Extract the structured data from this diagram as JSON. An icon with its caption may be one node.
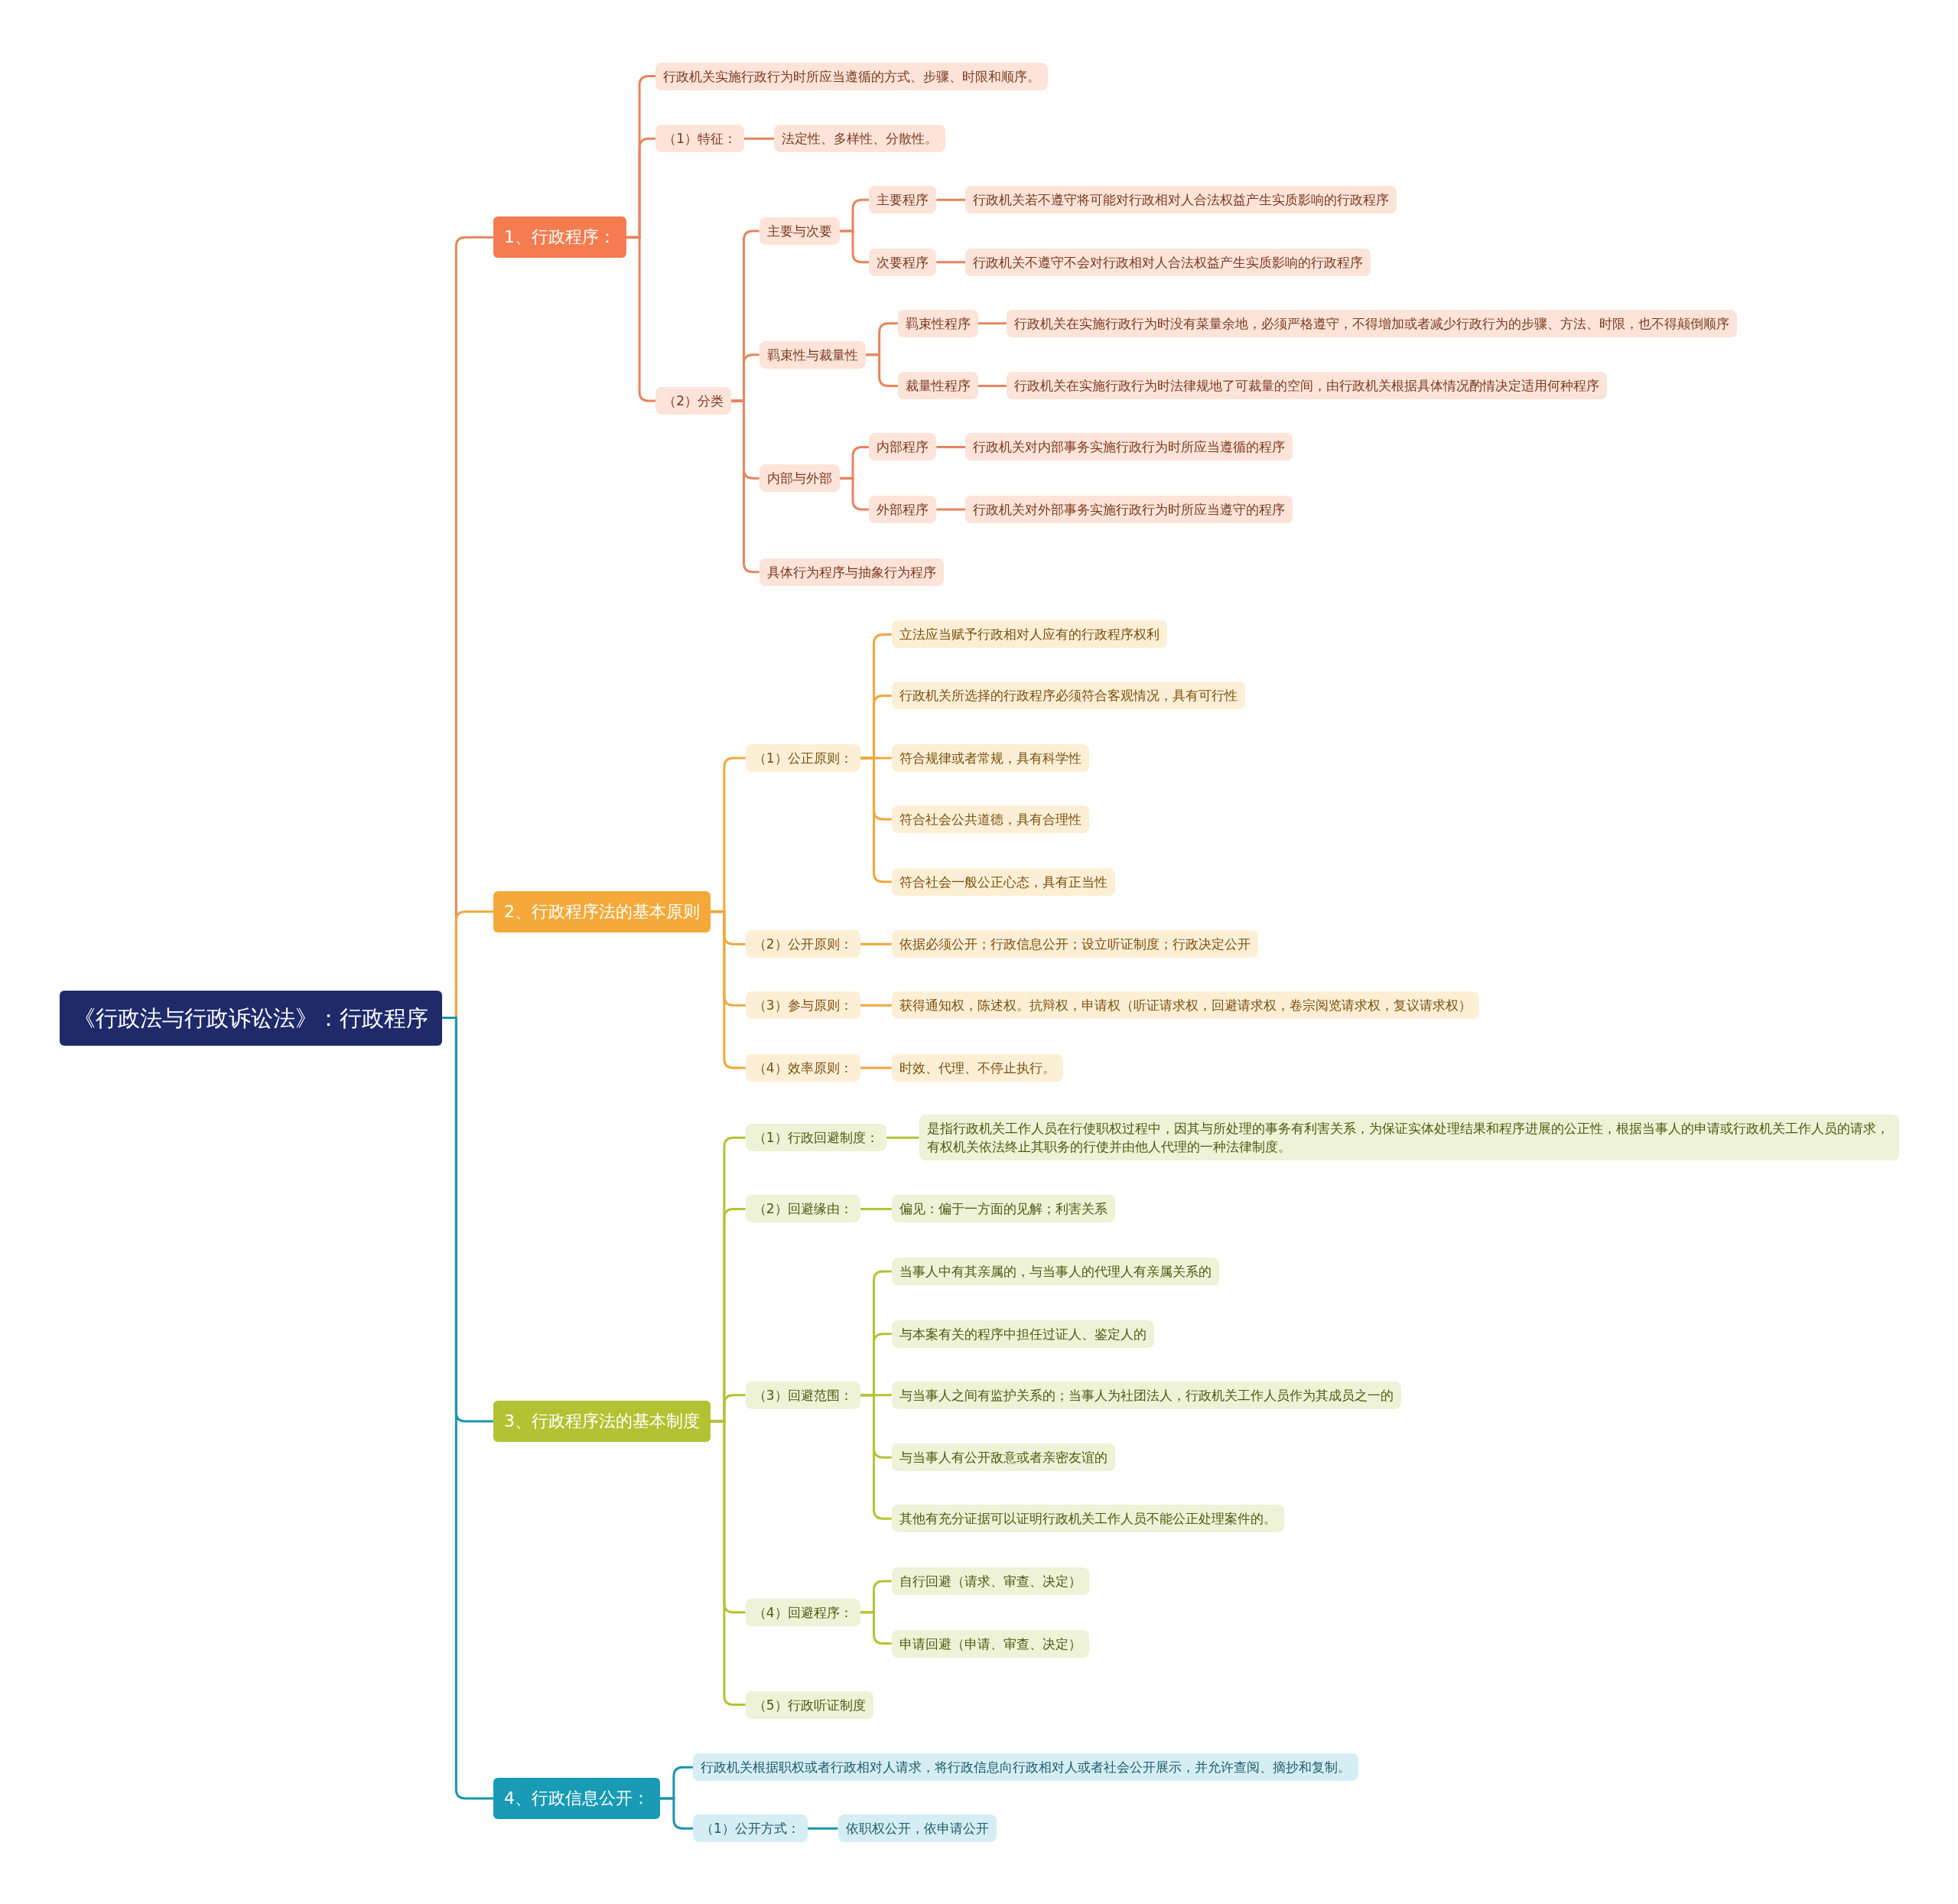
{
  "diagram": {
    "nodes": [
      {
        "text": [
          "《行政法与行政诉讼法》：行政程序"
        ]
      },
      {
        "text": [
          "1、行政程序："
        ]
      },
      {
        "text": [
          "行政机关实施行政行为时所应当遵循的方式、步骤、时限和顺序。"
        ]
      },
      {
        "text": [
          "（1）特征："
        ]
      },
      {
        "text": [
          "法定性、多样性、分散性。"
        ]
      },
      {
        "text": [
          "（2）分类"
        ]
      },
      {
        "text": [
          "主要与次要"
        ]
      },
      {
        "text": [
          "主要程序"
        ]
      },
      {
        "text": [
          "行政机关若不遵守将可能对行政相对人合法权益产生实质影响的行政程序"
        ]
      },
      {
        "text": [
          "次要程序"
        ]
      },
      {
        "text": [
          "行政机关不遵守不会对行政相对人合法权益产生实质影响的行政程序"
        ]
      },
      {
        "text": [
          "羁束性与裁量性"
        ]
      },
      {
        "text": [
          "羁束性程序"
        ]
      },
      {
        "text": [
          "行政机关在实施行政行为时没有菜量余地，必须严格遵守，不得增加或者减少行政行为的步骤、方法、时限，也不得颠倒顺序"
        ]
      },
      {
        "text": [
          "裁量性程序"
        ]
      },
      {
        "text": [
          "行政机关在实施行政行为时法律规地了可裁量的空间，由行政机关根据具体情况酌情决定适用何种程序"
        ]
      },
      {
        "text": [
          "内部与外部"
        ]
      },
      {
        "text": [
          "内部程序"
        ]
      },
      {
        "text": [
          "行政机关对内部事务实施行政行为时所应当遵循的程序"
        ]
      },
      {
        "text": [
          "外部程序"
        ]
      },
      {
        "text": [
          "行政机关对外部事务实施行政行为时所应当遵守的程序"
        ]
      },
      {
        "text": [
          "具体行为程序与抽象行为程序"
        ]
      },
      {
        "text": [
          "2、行政程序法的基本原则"
        ]
      },
      {
        "text": [
          "（1）公正原则："
        ]
      },
      {
        "text": [
          "立法应当赋予行政相对人应有的行政程序权利"
        ]
      },
      {
        "text": [
          "行政机关所选择的行政程序必须符合客观情况，具有可行性"
        ]
      },
      {
        "text": [
          "符合规律或者常规，具有科学性"
        ]
      },
      {
        "text": [
          "符合社会公共道德，具有合理性"
        ]
      },
      {
        "text": [
          "符合社会一般公正心态，具有正当性"
        ]
      },
      {
        "text": [
          "（2）公开原则："
        ]
      },
      {
        "text": [
          "依据必须公开；行政信息公开；设立听证制度；行政决定公开"
        ]
      },
      {
        "text": [
          "（3）参与原则："
        ]
      },
      {
        "text": [
          "获得通知权，陈述权。抗辩权，申请权（听证请求权，回避请求权，卷宗阅览请求权，复议请求权）"
        ]
      },
      {
        "text": [
          "（4）效率原则："
        ]
      },
      {
        "text": [
          "时效、代理、不停止执行。"
        ]
      },
      {
        "text": [
          "3、行政程序法的基本制度"
        ]
      },
      {
        "text": [
          "（1）行政回避制度："
        ]
      },
      {
        "text": [
          "是指行政机关工作人员在行使职权过程中，因其与所处理的事务有利害关系，为保证实体处理结果和程序进展的公正性，根据当事人的申请或行政机关工作人员的请求，有权机关依法终止其职务的行使并由他人代理的一种法律制度。"
        ]
      },
      {
        "text": [
          "（2）回避缘由："
        ]
      },
      {
        "text": [
          "偏见：偏于一方面的见解；利害关系"
        ]
      },
      {
        "text": [
          "（3）回避范围："
        ]
      },
      {
        "text": [
          "当事人中有其亲属的，与当事人的代理人有亲属关系的"
        ]
      },
      {
        "text": [
          "与本案有关的程序中担任过证人、鉴定人的"
        ]
      },
      {
        "text": [
          "与当事人之间有监护关系的；当事人为社团法人，行政机关工作人员作为其成员之一的"
        ]
      },
      {
        "text": [
          "与当事人有公开敌意或者亲密友谊的"
        ]
      },
      {
        "text": [
          "其他有充分证据可以证明行政机关工作人员不能公正处理案件的。"
        ]
      },
      {
        "text": [
          "（4）回避程序："
        ]
      },
      {
        "text": [
          "自行回避（请求、审查、决定）"
        ]
      },
      {
        "text": [
          "申请回避（申请、审查、决定）"
        ]
      },
      {
        "text": [
          "（5）行政听证制度"
        ]
      },
      {
        "text": [
          "4、行政信息公开："
        ]
      },
      {
        "text": [
          "行政机关根据职权或者行政相对人请求，将行政信息向行政相对人或者社会公开展示，并允许查阅、摘抄和复制。"
        ]
      },
      {
        "text": [
          "（1）公开方式："
        ]
      },
      {
        "text": [
          "依职权公开，依申请公开"
        ]
      }
    ],
    "edges": [
      {
        "from": 0,
        "to": 1,
        "arrow": "none"
      },
      {
        "from": 0,
        "to": 22,
        "arrow": "none",
        "color": "#f0a83a"
      },
      {
        "from": 0,
        "to": 35,
        "arrow": "none",
        "color": "#1a94ae"
      },
      {
        "from": 0,
        "to": 50,
        "arrow": "none",
        "color": "#1a94ae"
      },
      {
        "from": 1,
        "to": 2,
        "arrow": "none"
      },
      {
        "from": 1,
        "to": 3,
        "arrow": "none"
      },
      {
        "from": 1,
        "to": 5,
        "arrow": "none"
      },
      {
        "from": 3,
        "to": 4,
        "arrow": "none"
      },
      {
        "from": 5,
        "to": 6,
        "arrow": "none"
      },
      {
        "from": 5,
        "to": 11,
        "arrow": "none"
      },
      {
        "from": 5,
        "to": 16,
        "arrow": "none"
      },
      {
        "from": 5,
        "to": 21,
        "arrow": "none"
      },
      {
        "from": 6,
        "to": 7,
        "arrow": "none"
      },
      {
        "from": 6,
        "to": 9,
        "arrow": "none"
      },
      {
        "from": 7,
        "to": 8,
        "arrow": "none"
      },
      {
        "from": 9,
        "to": 10,
        "arrow": "none"
      },
      {
        "from": 11,
        "to": 12,
        "arrow": "none"
      },
      {
        "from": 11,
        "to": 14,
        "arrow": "none"
      },
      {
        "from": 12,
        "to": 13,
        "arrow": "none"
      },
      {
        "from": 14,
        "to": 15,
        "arrow": "none"
      },
      {
        "from": 16,
        "to": 17,
        "arrow": "none"
      },
      {
        "from": 16,
        "to": 19,
        "arrow": "none"
      },
      {
        "from": 17,
        "to": 18,
        "arrow": "none"
      },
      {
        "from": 19,
        "to": 20,
        "arrow": "none"
      },
      {
        "from": 22,
        "to": 23,
        "arrow": "none",
        "color": "#f0a83a"
      },
      {
        "from": 22,
        "to": 29,
        "arrow": "none",
        "color": "#f0a83a"
      },
      {
        "from": 22,
        "to": 31,
        "arrow": "none",
        "color": "#f0a83a"
      },
      {
        "from": 22,
        "to": 33,
        "arrow": "none",
        "color": "#f0a83a"
      },
      {
        "from": 23,
        "to": 24,
        "arrow": "none",
        "color": "#f0a83a"
      },
      {
        "from": 23,
        "to": 25,
        "arrow": "none",
        "color": "#f0a83a"
      },
      {
        "from": 23,
        "to": 26,
        "arrow": "none",
        "color": "#f0a83a"
      },
      {
        "from": 23,
        "to": 27,
        "arrow": "none",
        "color": "#f0a83a"
      },
      {
        "from": 23,
        "to": 28,
        "arrow": "none",
        "color": "#f0a83a"
      },
      {
        "from": 29,
        "to": 30,
        "arrow": "none",
        "color": "#f0a83a"
      },
      {
        "from": 31,
        "to": 32,
        "arrow": "none",
        "color": "#f0a83a"
      },
      {
        "from": 33,
        "to": 34,
        "arrow": "none",
        "color": "#f0a83a"
      },
      {
        "from": 35,
        "to": 36,
        "arrow": "none",
        "color": "#b5c234"
      },
      {
        "from": 35,
        "to": 38,
        "arrow": "none",
        "color": "#b5c234"
      },
      {
        "from": 35,
        "to": 40,
        "arrow": "none",
        "color": "#b5c234"
      },
      {
        "from": 35,
        "to": 46,
        "arrow": "none",
        "color": "#b5c234"
      },
      {
        "from": 35,
        "to": 49,
        "arrow": "none",
        "color": "#b5c234"
      },
      {
        "from": 36,
        "to": 37,
        "arrow": "none",
        "color": "#b5c234"
      },
      {
        "from": 38,
        "to": 39,
        "arrow": "none",
        "color": "#b5c234"
      },
      {
        "from": 40,
        "to": 41,
        "arrow": "none",
        "color": "#b5c234"
      },
      {
        "from": 40,
        "to": 42,
        "arrow": "none",
        "color": "#b5c234"
      },
      {
        "from": 40,
        "to": 43,
        "arrow": "none",
        "color": "#b5c234"
      },
      {
        "from": 40,
        "to": 44,
        "arrow": "none",
        "color": "#b5c234"
      },
      {
        "from": 40,
        "to": 45,
        "arrow": "none",
        "color": "#b5c234"
      },
      {
        "from": 46,
        "to": 47,
        "arrow": "none",
        "color": "#b5c234"
      },
      {
        "from": 46,
        "to": 48,
        "arrow": "none",
        "color": "#b5c234"
      },
      {
        "from": 50,
        "to": 51,
        "arrow": "none",
        "color": "#1a94ae"
      },
      {
        "from": 50,
        "to": 52,
        "arrow": "none",
        "color": "#1a94ae"
      },
      {
        "from": 52,
        "to": 53,
        "arrow": "none",
        "color": "#1a94ae"
      }
    ]
  }
}
